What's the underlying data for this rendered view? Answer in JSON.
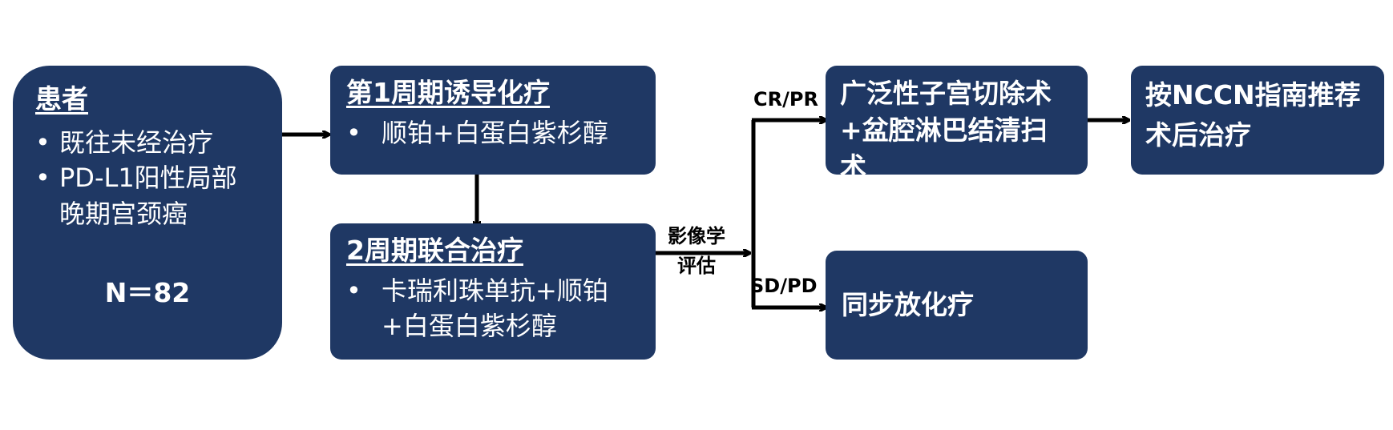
{
  "patient": {
    "title": "患者",
    "items": [
      "既往未经治疗",
      "PD-L1阳性局部晚期宫颈癌"
    ],
    "count": "N＝82"
  },
  "induction": {
    "title": "第1周期诱导化疗",
    "items": [
      "顺铂+白蛋白紫杉醇"
    ]
  },
  "combined": {
    "title": "2周期联合治疗",
    "items": [
      "卡瑞利珠单抗+顺铂+白蛋白紫杉醇"
    ]
  },
  "assessment": {
    "line1": "影像学",
    "line2": "评估"
  },
  "branches": {
    "response_label": "CR/PR",
    "progress_label": "SD/PD"
  },
  "surgery": {
    "text": "广泛性子宫切除术+盆腔淋巴结清扫术"
  },
  "postop": {
    "text": "按NCCN指南推荐术后治疗"
  },
  "chemoradiation": {
    "text": "同步放化疗"
  },
  "colors": {
    "box_fill": "#1f3864",
    "box_text": "#ffffff",
    "arrow": "#000000"
  }
}
